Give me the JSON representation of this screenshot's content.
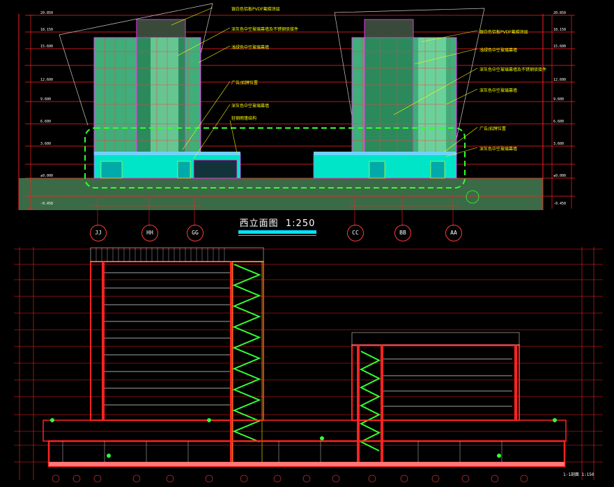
{
  "drawing_title": "西立面图",
  "scale_text": "1:250",
  "grid_axes_top": [
    "JJ",
    "HH",
    "GG",
    "CC",
    "BB",
    "AA"
  ],
  "section_label": "1-1剖面 1:150",
  "colors": {
    "background": "#000000",
    "floor_line": "#ff2020",
    "glass_tower": "#3fae7a",
    "facade_frame": "#ff33ff",
    "podium": "#00e5c8",
    "annotation": "#ffff00",
    "cloud_outline": "#33ff33",
    "section_wall": "#ff2222",
    "stairs": "#33ff33"
  },
  "elevation_levels_left": [
    "20.850",
    "18.150",
    "15.600",
    "12.600",
    "9.600",
    "6.600",
    "3.600",
    "±0.000",
    "-0.450"
  ],
  "elevation_levels_right": [
    "20.850",
    "18.150",
    "15.600",
    "12.600",
    "9.600",
    "6.600",
    "3.600",
    "±0.000",
    "-0.450"
  ],
  "annotations_left": [
    "银白色铝板PVDF氟碳涂层",
    "深灰色中空玻璃幕墙及不锈钢驳接件",
    "浅绿色中空玻璃幕墙",
    "广告/招牌位置",
    "深灰色中空玻璃幕墙",
    "轻钢雨篷结构"
  ],
  "annotations_right": [
    "银白色铝板PVDF氟碳涂层",
    "浅绿色中空玻璃幕墙",
    "深灰色中空玻璃幕墙及不锈钢驳接件",
    "深灰色中空玻璃幕墙",
    "广告/招牌位置",
    "深灰色中空玻璃幕墙"
  ]
}
